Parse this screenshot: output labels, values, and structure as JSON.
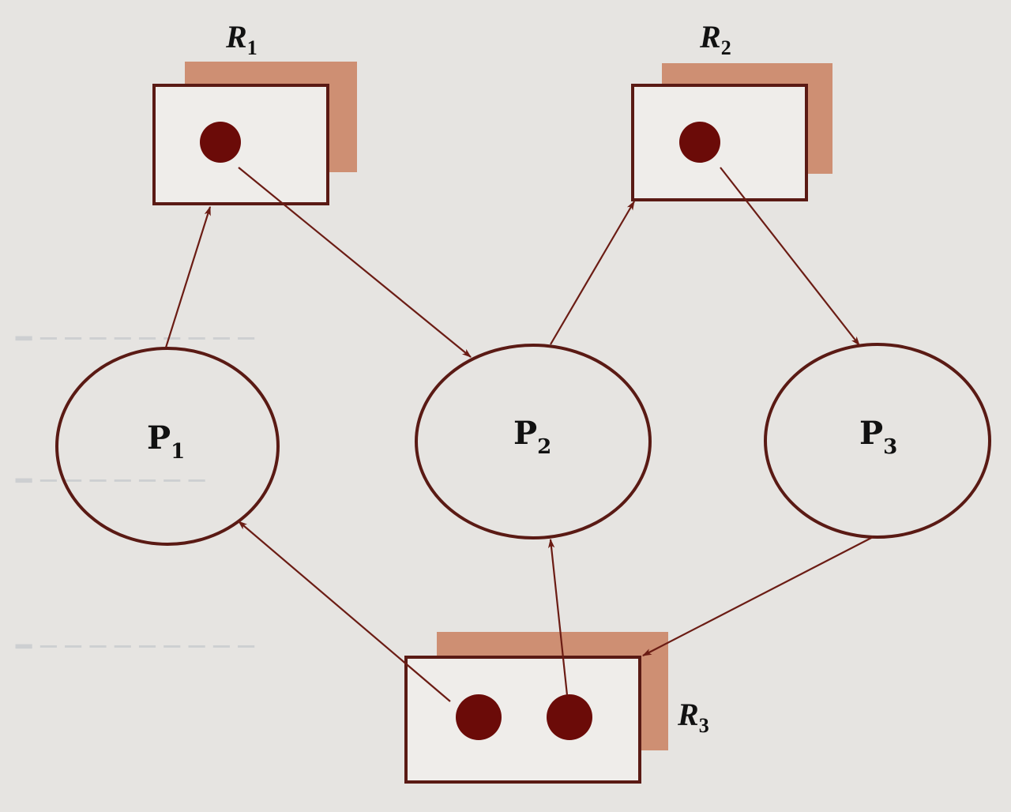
{
  "diagram": {
    "processes": [
      {
        "id": "p1",
        "label": "P",
        "sub": "1"
      },
      {
        "id": "p2",
        "label": "P",
        "sub": "2"
      },
      {
        "id": "p3",
        "label": "P",
        "sub": "3"
      }
    ],
    "resources": [
      {
        "id": "r1",
        "label": "R",
        "sub": "1",
        "instances": 1
      },
      {
        "id": "r2",
        "label": "R",
        "sub": "2",
        "instances": 1
      },
      {
        "id": "r3",
        "label": "R",
        "sub": "3",
        "instances": 2
      }
    ],
    "edges": [
      {
        "from": "p1",
        "to": "r1",
        "kind": "request"
      },
      {
        "from": "r1",
        "to": "p2",
        "kind": "assignment"
      },
      {
        "from": "p2",
        "to": "r2",
        "kind": "request"
      },
      {
        "from": "r2",
        "to": "p3",
        "kind": "assignment"
      },
      {
        "from": "p3",
        "to": "r3",
        "kind": "request"
      },
      {
        "from": "r3",
        "to": "p1",
        "kind": "assignment"
      },
      {
        "from": "r3",
        "to": "p2",
        "kind": "assignment"
      }
    ],
    "colors": {
      "outline": "#5a1a14",
      "dot": "#6b0b08",
      "shadow": "#c9805f",
      "background": "#e6e4e1"
    }
  }
}
